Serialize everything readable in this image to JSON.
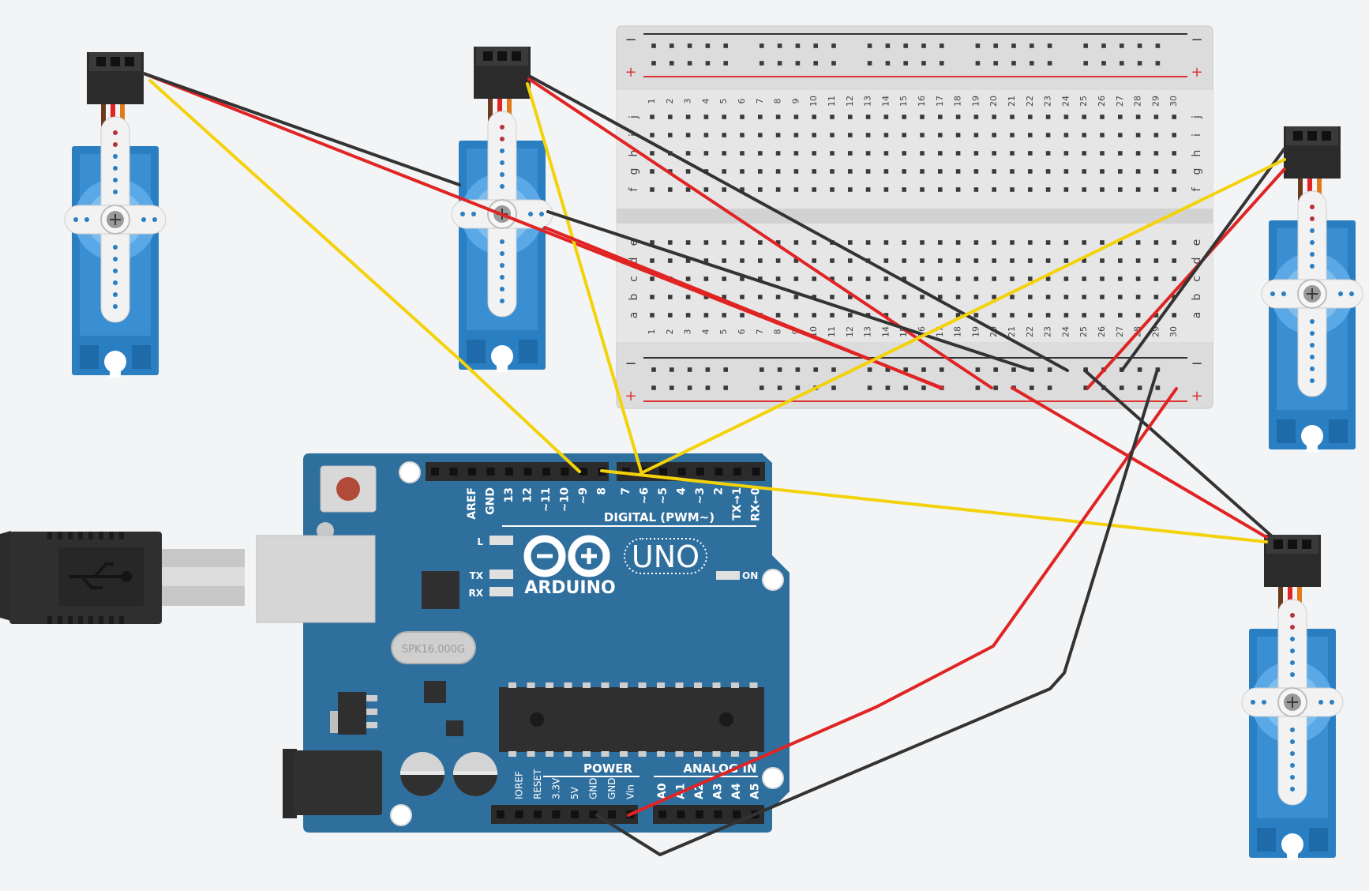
{
  "arduino": {
    "logo_text": "ARDUINO",
    "model": "UNO",
    "on_label": "ON",
    "l_label": "L",
    "tx_label": "TX",
    "rx_label": "RX",
    "digital_label": "DIGITAL (PWM~)",
    "power_label": "POWER",
    "analog_label": "ANALOG IN",
    "crystal_label": "SPK16.000G",
    "digital_pins": [
      "AREF",
      "GND",
      "13",
      "12",
      "~11",
      "~10",
      "~9",
      "8",
      "7",
      "~6",
      "~5",
      "4",
      "~3",
      "2",
      "TX→1",
      "RX←0"
    ],
    "power_pins": [
      "IOREF",
      "RESET",
      "3.3V",
      "5V",
      "GND",
      "GND",
      "Vin"
    ],
    "analog_pins": [
      "A0",
      "A1",
      "A2",
      "A3",
      "A4",
      "A5"
    ]
  },
  "breadboard": {
    "minus": "−",
    "plus": "+",
    "rows_top": [
      "j",
      "i",
      "h",
      "g",
      "f"
    ],
    "rows_bottom": [
      "e",
      "d",
      "c",
      "b",
      "a"
    ],
    "columns": [
      "1",
      "2",
      "3",
      "4",
      "5",
      "6",
      "7",
      "8",
      "9",
      "10",
      "11",
      "12",
      "13",
      "14",
      "15",
      "16",
      "17",
      "18",
      "19",
      "20",
      "21",
      "22",
      "23",
      "24",
      "25",
      "26",
      "27",
      "28",
      "29",
      "30"
    ]
  },
  "colors": {
    "board_blue": "#2f6f9e",
    "servo_blue": "#2a7ec2",
    "wire_red": "#e02424",
    "wire_black": "#333333",
    "wire_yellow": "#f4d20a",
    "background": "#f2f4f5"
  }
}
